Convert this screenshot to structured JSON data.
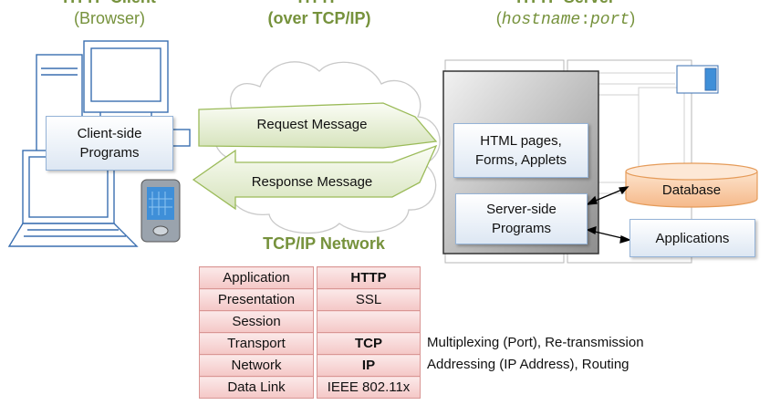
{
  "client": {
    "title": "HTTP Client",
    "subtitle": "(Browser)",
    "programs": "Client-side\nPrograms"
  },
  "http": {
    "title": "HTTP",
    "subtitle": "(over TCP/IP)"
  },
  "server": {
    "title": "HTTP Server",
    "subtitle_host": "hostname",
    "subtitle_sep": ":",
    "subtitle_port": "port",
    "html_pages": "HTML pages,\nForms, Applets",
    "programs": "Server-side\nPrograms"
  },
  "messages": {
    "request": "Request Message",
    "response": "Response Message"
  },
  "database": "Database",
  "applications": "Applications",
  "network": {
    "title": "TCP/IP Network",
    "layers": [
      {
        "name": "Application",
        "protocol": "HTTP",
        "bold": true,
        "note": ""
      },
      {
        "name": "Presentation",
        "protocol": "SSL",
        "bold": false,
        "note": ""
      },
      {
        "name": "Session",
        "protocol": "",
        "bold": false,
        "note": ""
      },
      {
        "name": "Transport",
        "protocol": "TCP",
        "bold": true,
        "note": "Multiplexing (Port), Re-transmission"
      },
      {
        "name": "Network",
        "protocol": "IP",
        "bold": true,
        "note": "Addressing (IP Address), Routing"
      },
      {
        "name": "Data Link",
        "protocol": "IEEE 802.11x",
        "bold": false,
        "note": ""
      }
    ]
  },
  "colors": {
    "accent_green": "#76923c",
    "box_border": "#95b3d7",
    "layer_fill": "#f4c7c6",
    "layer_border": "#d99694",
    "cylinder": "#f8c9a1"
  }
}
